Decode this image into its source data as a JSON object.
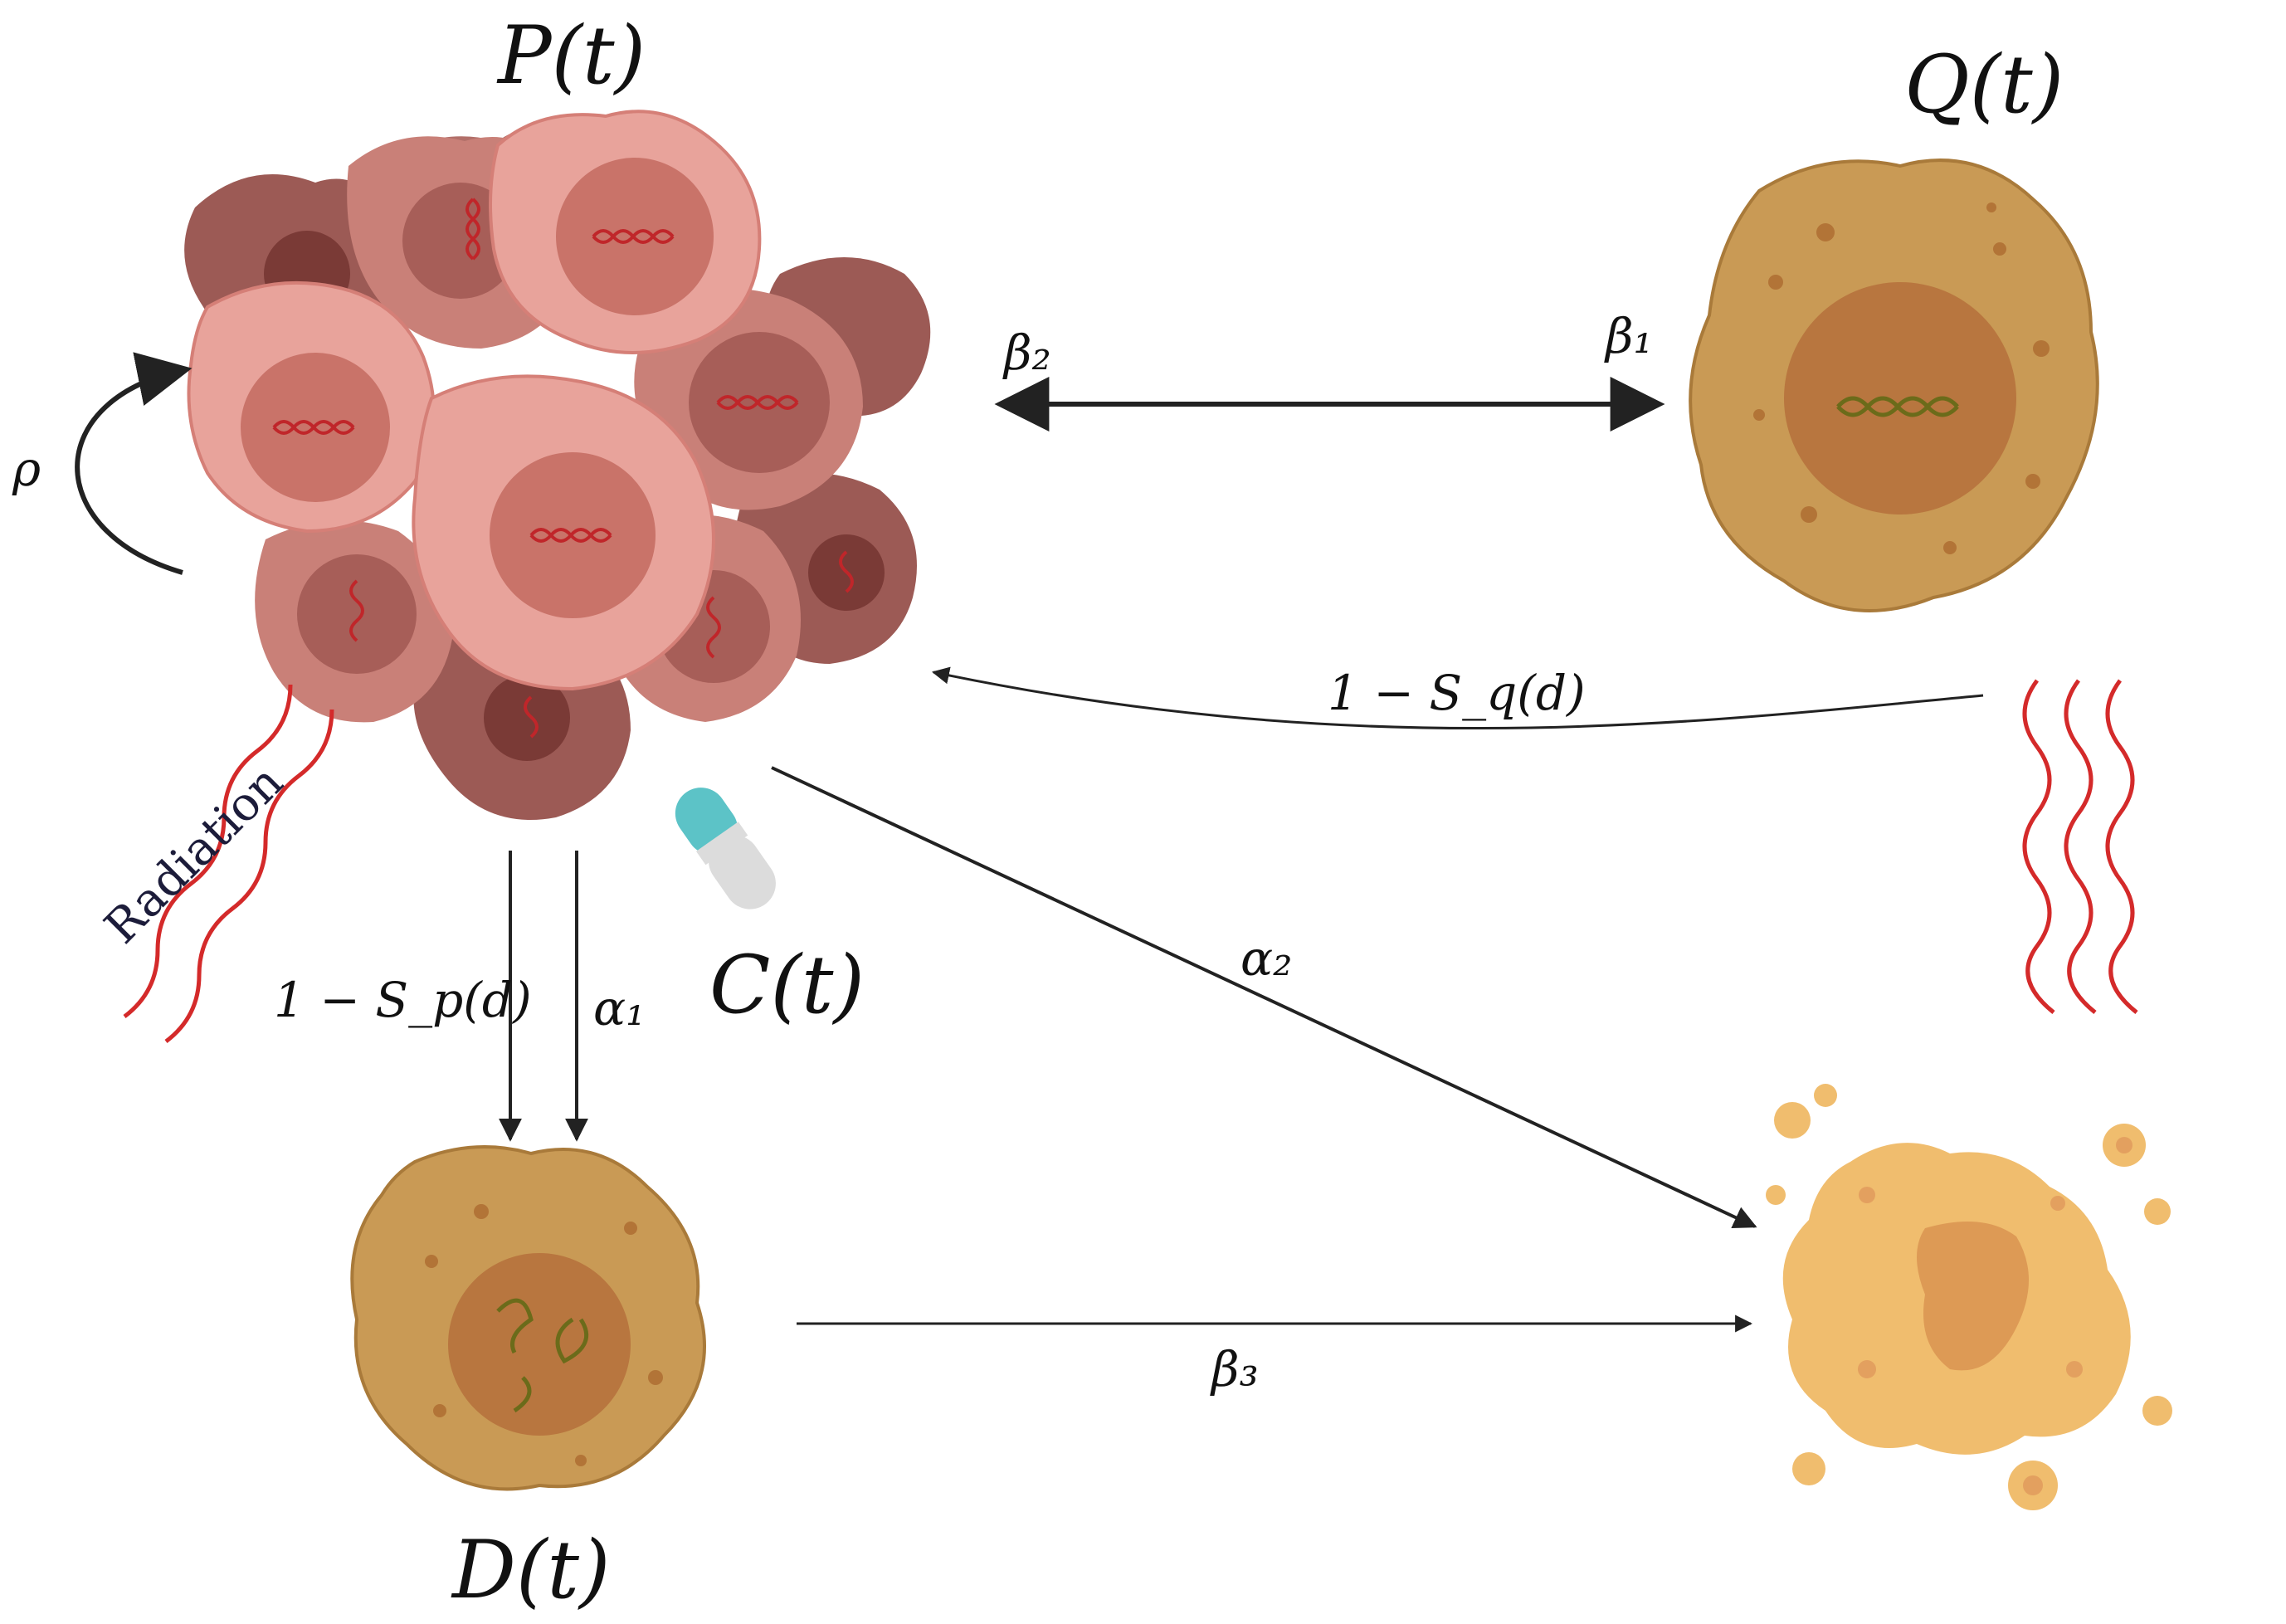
{
  "labels": {
    "p": "P(t)",
    "q": "Q(t)",
    "c": "C(t)",
    "d": "D(t)",
    "rho": "ρ",
    "beta2": "β₂",
    "beta1": "β₁",
    "beta3": "β₃",
    "alpha1": "α₁",
    "alpha2": "α₂",
    "sq": "1 − S_q(d)",
    "sp": "1 − S_p(d)",
    "radiation": "Radiation"
  },
  "colors": {
    "prolif_light": "#e8a39b",
    "prolif_mid": "#c98078",
    "prolif_dark": "#9c5a55",
    "quiescent": "#c99a55",
    "dead": "#f0bd6e",
    "radiation": "#d42a2a",
    "pill_cap": "#5cc3c7",
    "pill_body": "#dcdcdc",
    "arrow": "#222222"
  },
  "icons": [
    "proliferating-cell-cluster",
    "quiescent-cell",
    "damaged-cell",
    "necrotic-cell",
    "drug-pill-icon",
    "radiation-wave-icon"
  ]
}
